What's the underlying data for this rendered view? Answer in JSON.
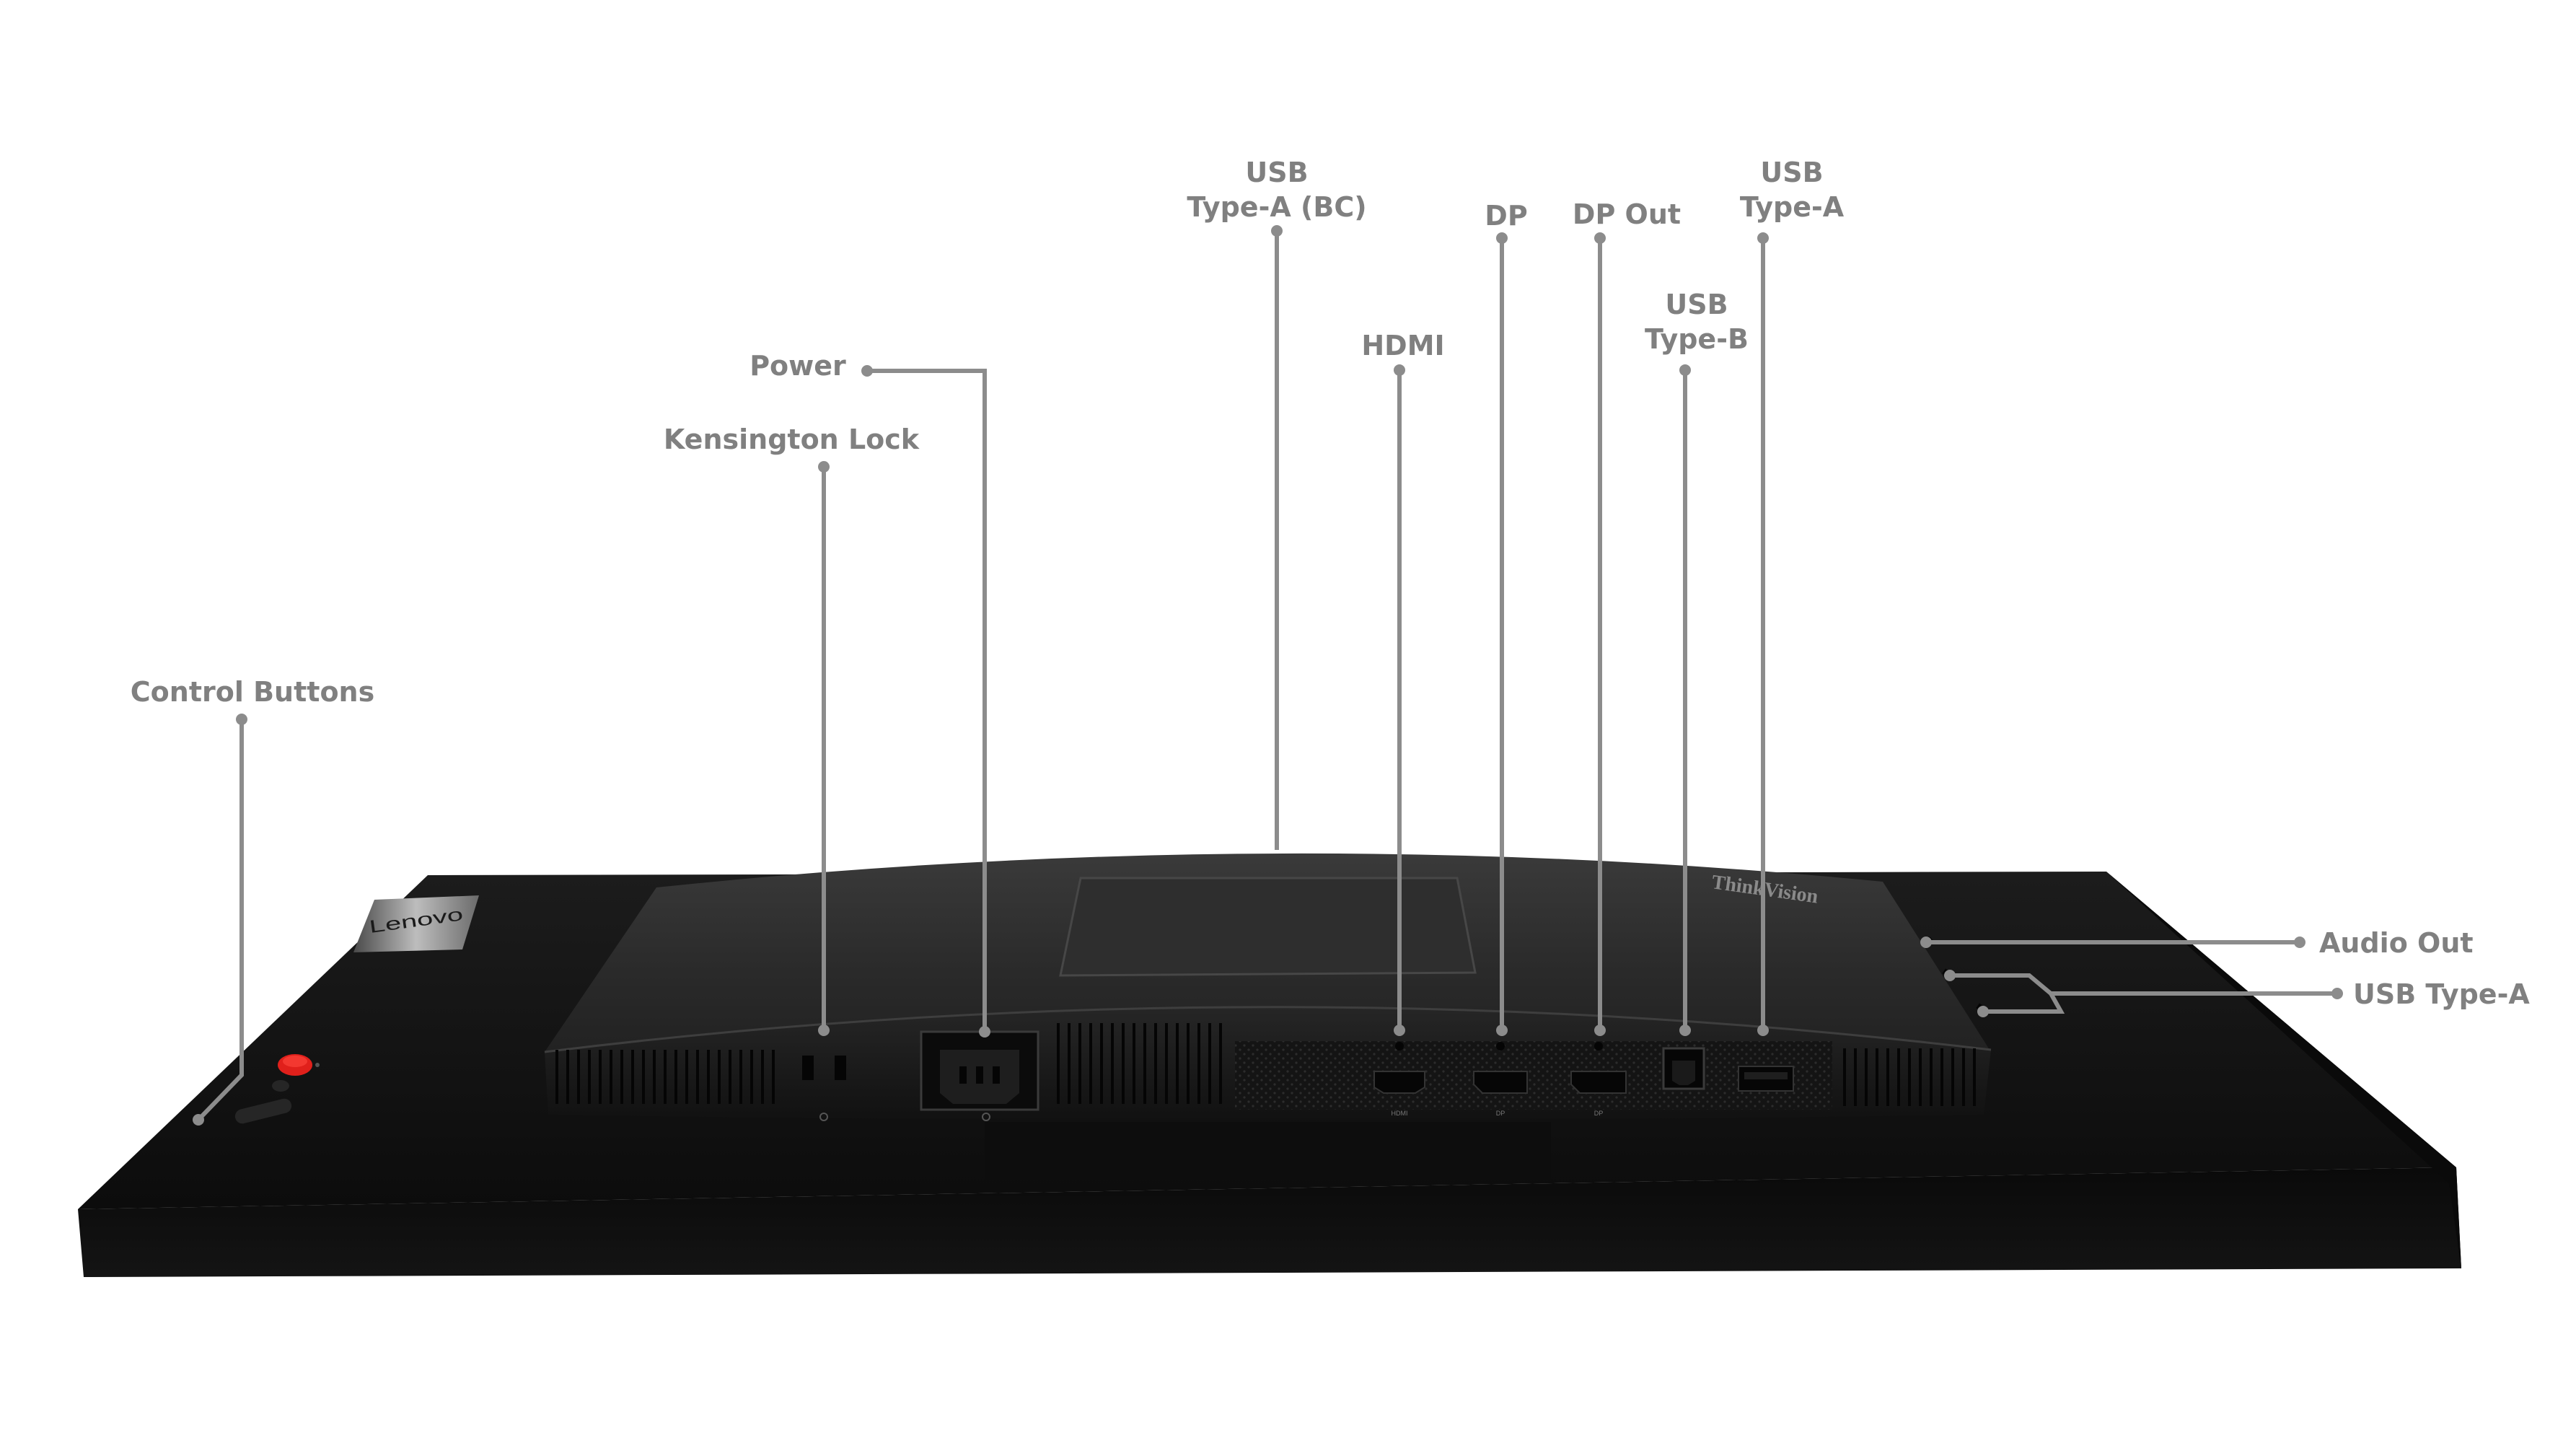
{
  "brand": {
    "logo_text": "Lenovo",
    "series_text": "ThinkVision"
  },
  "colors": {
    "label": "#808080",
    "leader_line": "#8c8c8c",
    "monitor_body": "#111111",
    "power_button": "#e0201b"
  },
  "callouts": {
    "control_buttons": "Control Buttons",
    "kensington_lock": "Kensington Lock",
    "power": "Power",
    "usb_type_a_bc_line1": "USB",
    "usb_type_a_bc_line2": "Type-A (BC)",
    "hdmi": "HDMI",
    "dp": "DP",
    "dp_out": "DP Out",
    "usb_type_b_line1": "USB",
    "usb_type_b_line2": "Type-B",
    "usb_type_a_line1": "USB",
    "usb_type_a_line2": "Type-A",
    "audio_out": "Audio Out",
    "usb_type_a_side": "USB Type-A"
  }
}
